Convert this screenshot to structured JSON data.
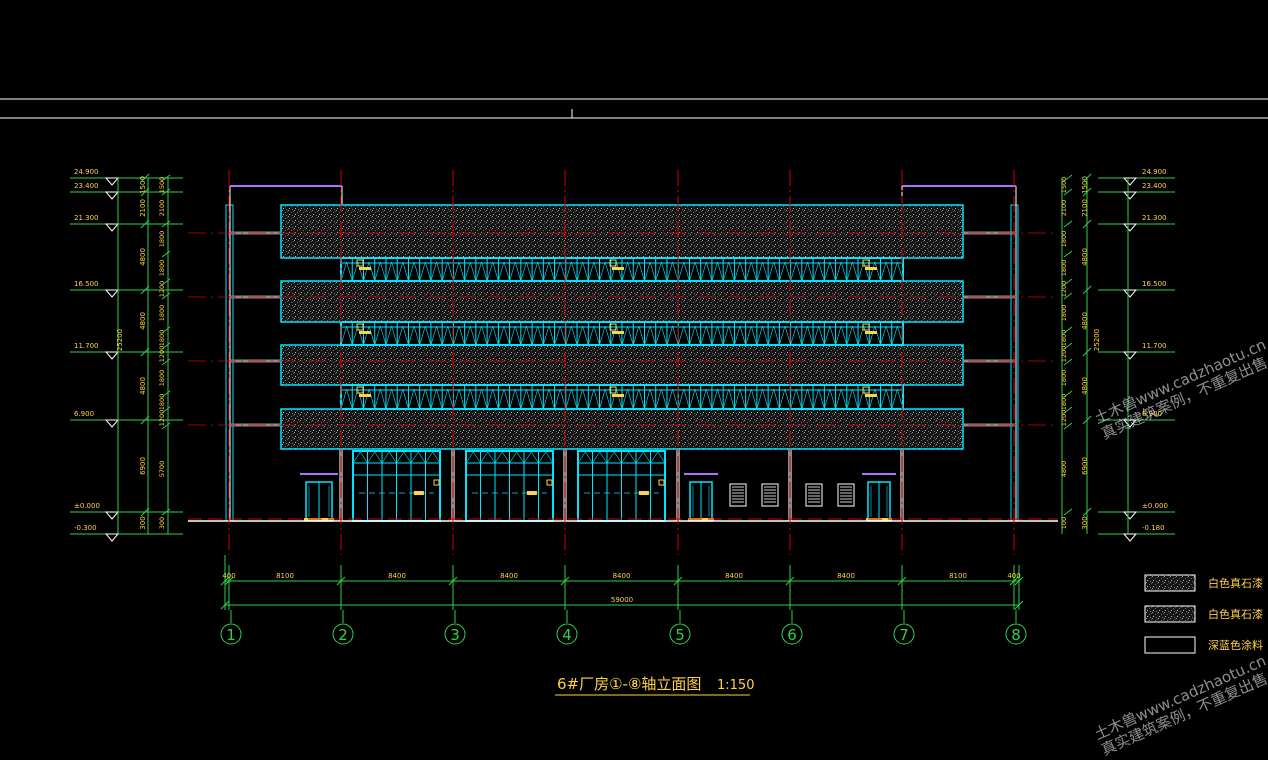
{
  "colors": {
    "background": "#000000",
    "facade_cyan": "#00e5ff",
    "axis_red": "#d40000",
    "dim_green": "#2fd14a",
    "text_yellow": "#ffd24a",
    "line_white": "#ffffff",
    "slab_gray": "#8a8a8a",
    "parapet_purple": "#b070ff"
  },
  "drawing": {
    "title": "6#厂房①-⑧轴立面图",
    "scale": "1:150"
  },
  "axes": {
    "labels": [
      "1",
      "2",
      "3",
      "4",
      "5",
      "6",
      "7",
      "8"
    ],
    "spacings": [
      "8100",
      "8400",
      "8400",
      "8400",
      "8400",
      "8400",
      "8100"
    ],
    "edge_offset": "400",
    "total": "59000"
  },
  "elevations_left": {
    "levels": [
      "24.900",
      "23.400",
      "21.300",
      "16.500",
      "11.700",
      "6.900",
      "±0.000",
      "-0.300"
    ],
    "dims_outer": [
      "1500",
      "2100",
      "4800",
      "4800",
      "4800",
      "6900",
      "300"
    ],
    "dim_total": "25200",
    "dims_inner": [
      "1500",
      "2100",
      "1800",
      "1800",
      "1200",
      "1800",
      "1800",
      "1200",
      "1800",
      "1800",
      "1200",
      "5700",
      "300"
    ]
  },
  "elevations_right": {
    "levels": [
      "24.900",
      "23.400",
      "21.300",
      "16.500",
      "11.700",
      "6.900",
      "±0.000",
      "-0.180"
    ],
    "dims_outer": [
      "1500",
      "2100",
      "4800",
      "4800",
      "4800",
      "6900",
      "300"
    ],
    "dim_total": "25200",
    "dims_inner": [
      "1500",
      "2100",
      "1800",
      "1800",
      "1200",
      "1800",
      "1800",
      "1200",
      "1800",
      "1800",
      "1200",
      "4800",
      "100"
    ]
  },
  "legend": [
    {
      "label": "白色真石漆"
    },
    {
      "label": "白色真石漆"
    },
    {
      "label": "深蓝色涂料"
    }
  ],
  "watermark": {
    "line1": "土木兽www.cadzhaotu.cn",
    "line2": "真实建筑案例，不重复出售"
  }
}
